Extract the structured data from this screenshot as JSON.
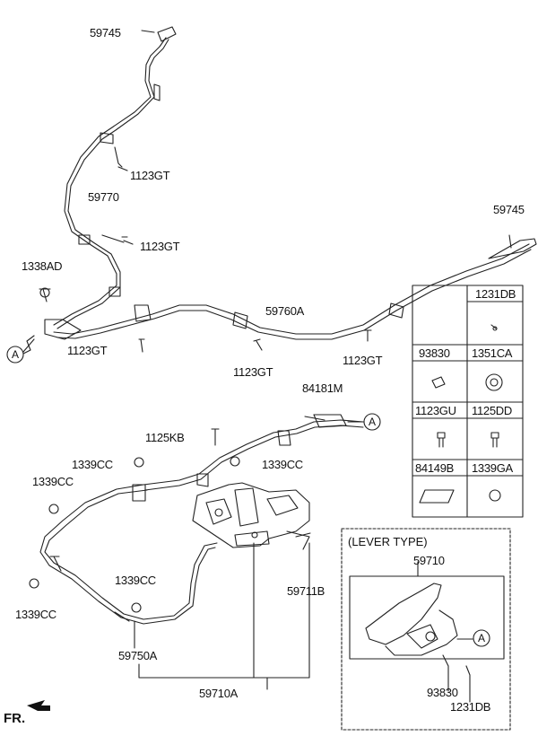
{
  "labels": {
    "l59745_top": "59745",
    "l1123gt_1": "1123GT",
    "l59770": "59770",
    "l1123gt_2": "1123GT",
    "l1338ad": "1338AD",
    "l59745_right": "59745",
    "l59760a": "59760A",
    "l1123gt_3": "1123GT",
    "l1123gt_4": "1123GT",
    "l1123gt_5": "1123GT",
    "l84181m": "84181M",
    "l1125kb": "1125KB",
    "l1339cc_1": "1339CC",
    "l1339cc_2": "1339CC",
    "l1339cc_3": "1339CC",
    "l1339cc_4": "1339CC",
    "l1339cc_5": "1339CC",
    "l59711b": "59711B",
    "l59750a": "59750A",
    "l59710a": "59710A",
    "l59710": "59710",
    "l93830_lever": "93830",
    "l1231db_lever": "1231DB",
    "fr": "FR."
  },
  "callout_ref": "A",
  "lever_box_title": "(LEVER TYPE)",
  "parts_table": [
    [
      "",
      "1231DB"
    ],
    [
      "93830",
      "1351CA"
    ],
    [
      "1123GU",
      "1125DD"
    ],
    [
      "84149B",
      "1339GA"
    ]
  ]
}
